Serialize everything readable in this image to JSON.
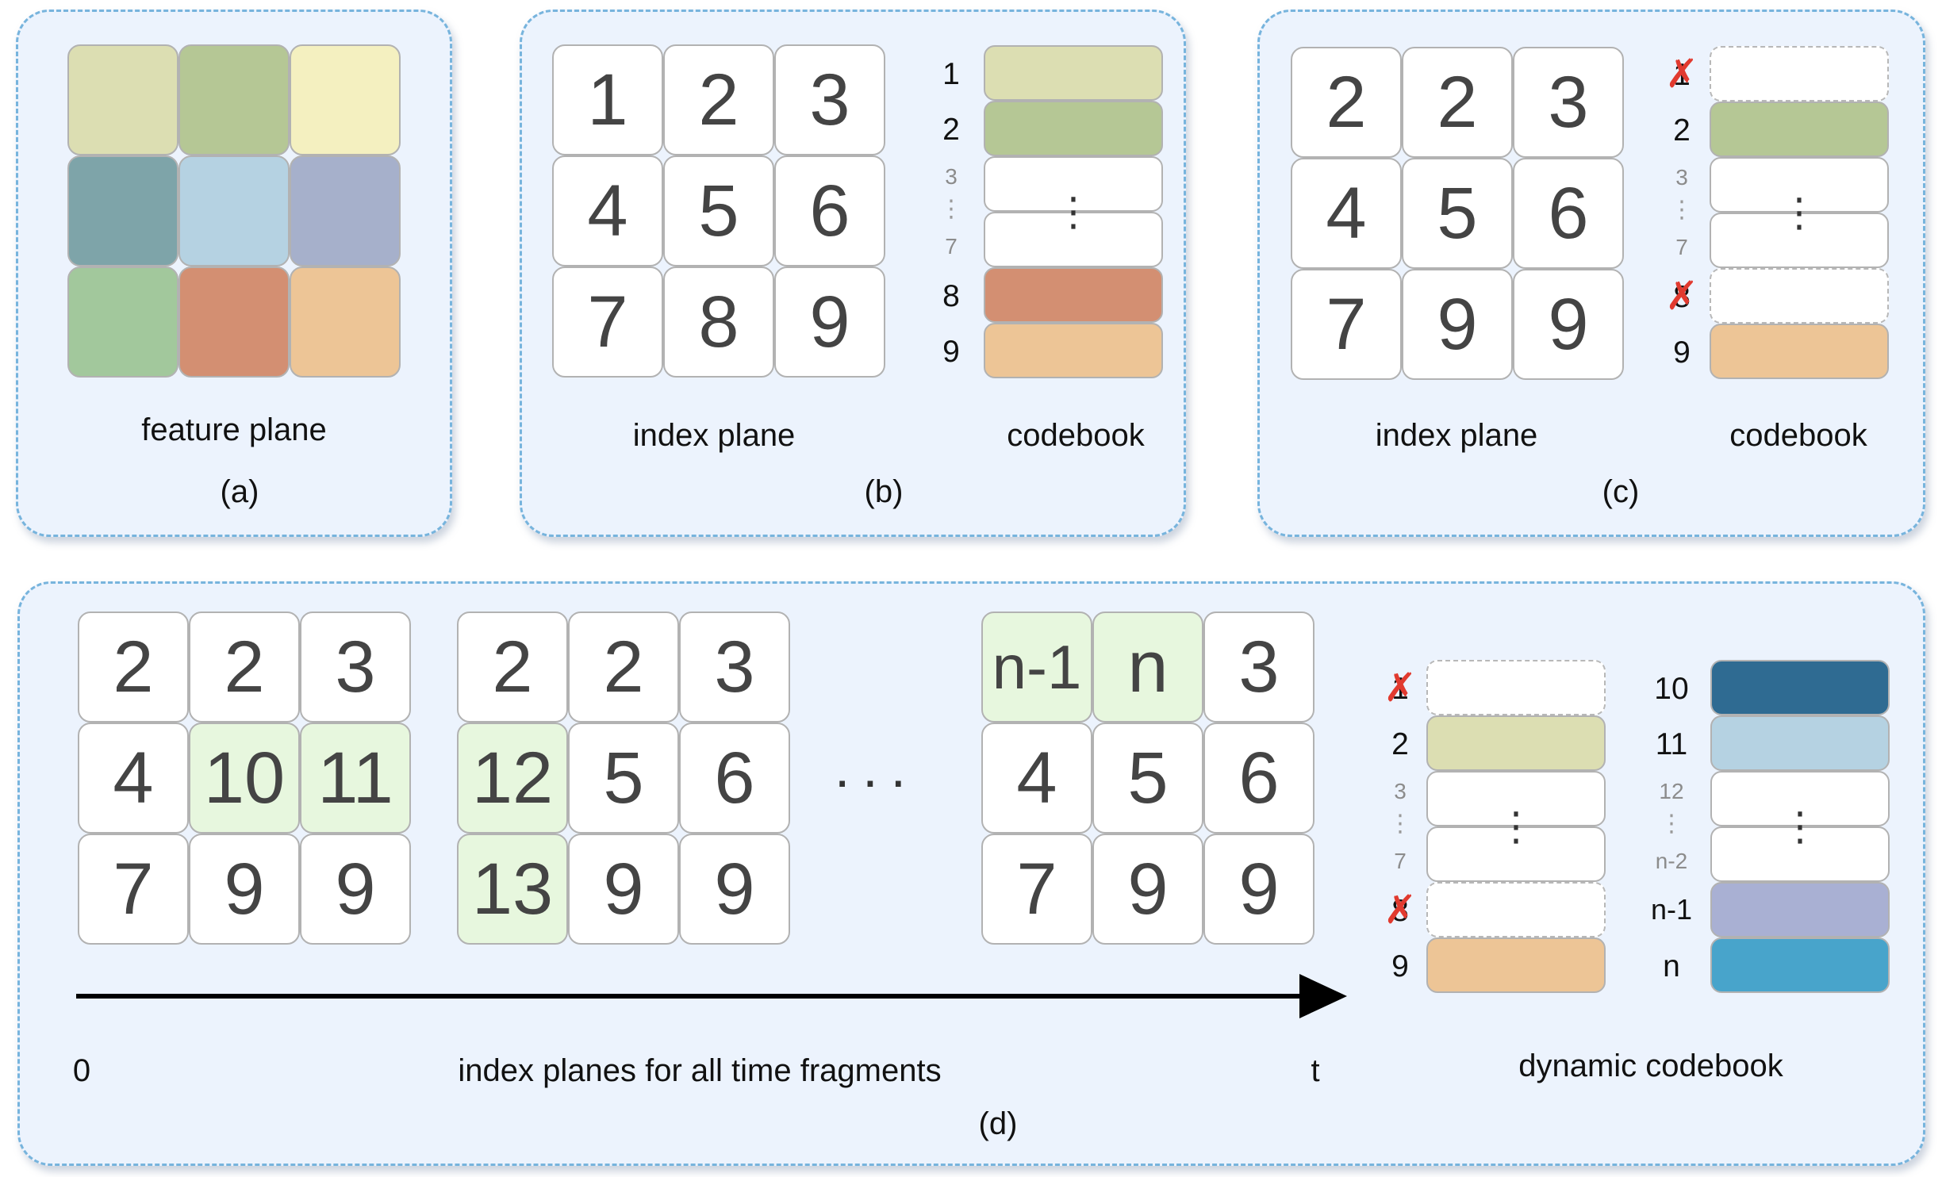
{
  "panel_a": {
    "caption": "feature plane",
    "label": "(a)",
    "colors": [
      "#dcdeb2",
      "#b5c795",
      "#f4f0c0",
      "#7ea4a9",
      "#b5d2e2",
      "#a6b0cb",
      "#a2c89c",
      "#d38f72",
      "#edc596"
    ]
  },
  "panel_b": {
    "grid": [
      "1",
      "2",
      "3",
      "4",
      "5",
      "6",
      "7",
      "8",
      "9"
    ],
    "codebook": {
      "idx_top": [
        "1",
        "2"
      ],
      "idx_mid_top": "3",
      "idx_mid_bottom": "7",
      "idx_bottom": [
        "8",
        "9"
      ],
      "colors": {
        "1": "#dcdeb2",
        "2": "#b5c795",
        "8": "#d38f72",
        "9": "#edc596"
      }
    },
    "caption_index": "index plane",
    "caption_codebook": "codebook",
    "label": "(b)"
  },
  "panel_c": {
    "grid": [
      "2",
      "2",
      "3",
      "4",
      "5",
      "6",
      "7",
      "9",
      "9"
    ],
    "codebook": {
      "idx_top": [
        "1",
        "2"
      ],
      "idx_mid_top": "3",
      "idx_mid_bottom": "7",
      "idx_bottom": [
        "8",
        "9"
      ],
      "removed": [
        "1",
        "8"
      ],
      "colors": {
        "2": "#b5c795",
        "9": "#edc596"
      }
    },
    "caption_index": "index plane",
    "caption_codebook": "codebook",
    "label": "(c)"
  },
  "panel_d": {
    "grid1": [
      "2",
      "2",
      "3",
      "4",
      "10",
      "11",
      "7",
      "9",
      "9"
    ],
    "grid1_highlight": [
      4,
      5
    ],
    "grid2": [
      "2",
      "2",
      "3",
      "12",
      "5",
      "6",
      "13",
      "9",
      "9"
    ],
    "grid2_highlight": [
      3,
      6
    ],
    "grid3": [
      "n-1",
      "n",
      "3",
      "4",
      "5",
      "6",
      "7",
      "9",
      "9"
    ],
    "grid3_highlight": [
      0,
      1
    ],
    "ellipsis": "···",
    "axis_start": "0",
    "axis_end": "t",
    "axis_caption": "index planes for all time fragments",
    "codebook_left": {
      "idx_top": [
        "1",
        "2"
      ],
      "idx_mid_top": "3",
      "idx_mid_bottom": "7",
      "idx_bottom": [
        "8",
        "9"
      ],
      "removed": [
        "1",
        "8"
      ],
      "colors": {
        "2": "#dcdeb2",
        "9": "#edc596"
      }
    },
    "codebook_right": {
      "idx_top": [
        "10",
        "11"
      ],
      "idx_mid_top": "12",
      "idx_mid_bottom": "n-2",
      "idx_bottom": [
        "n-1",
        "n"
      ],
      "colors": {
        "10": "#2f6b92",
        "11": "#b5d2e2",
        "n-1": "#a9b0d3",
        "n": "#48a4cb"
      }
    },
    "caption_codebook": "dynamic codebook",
    "label": "(d)"
  }
}
